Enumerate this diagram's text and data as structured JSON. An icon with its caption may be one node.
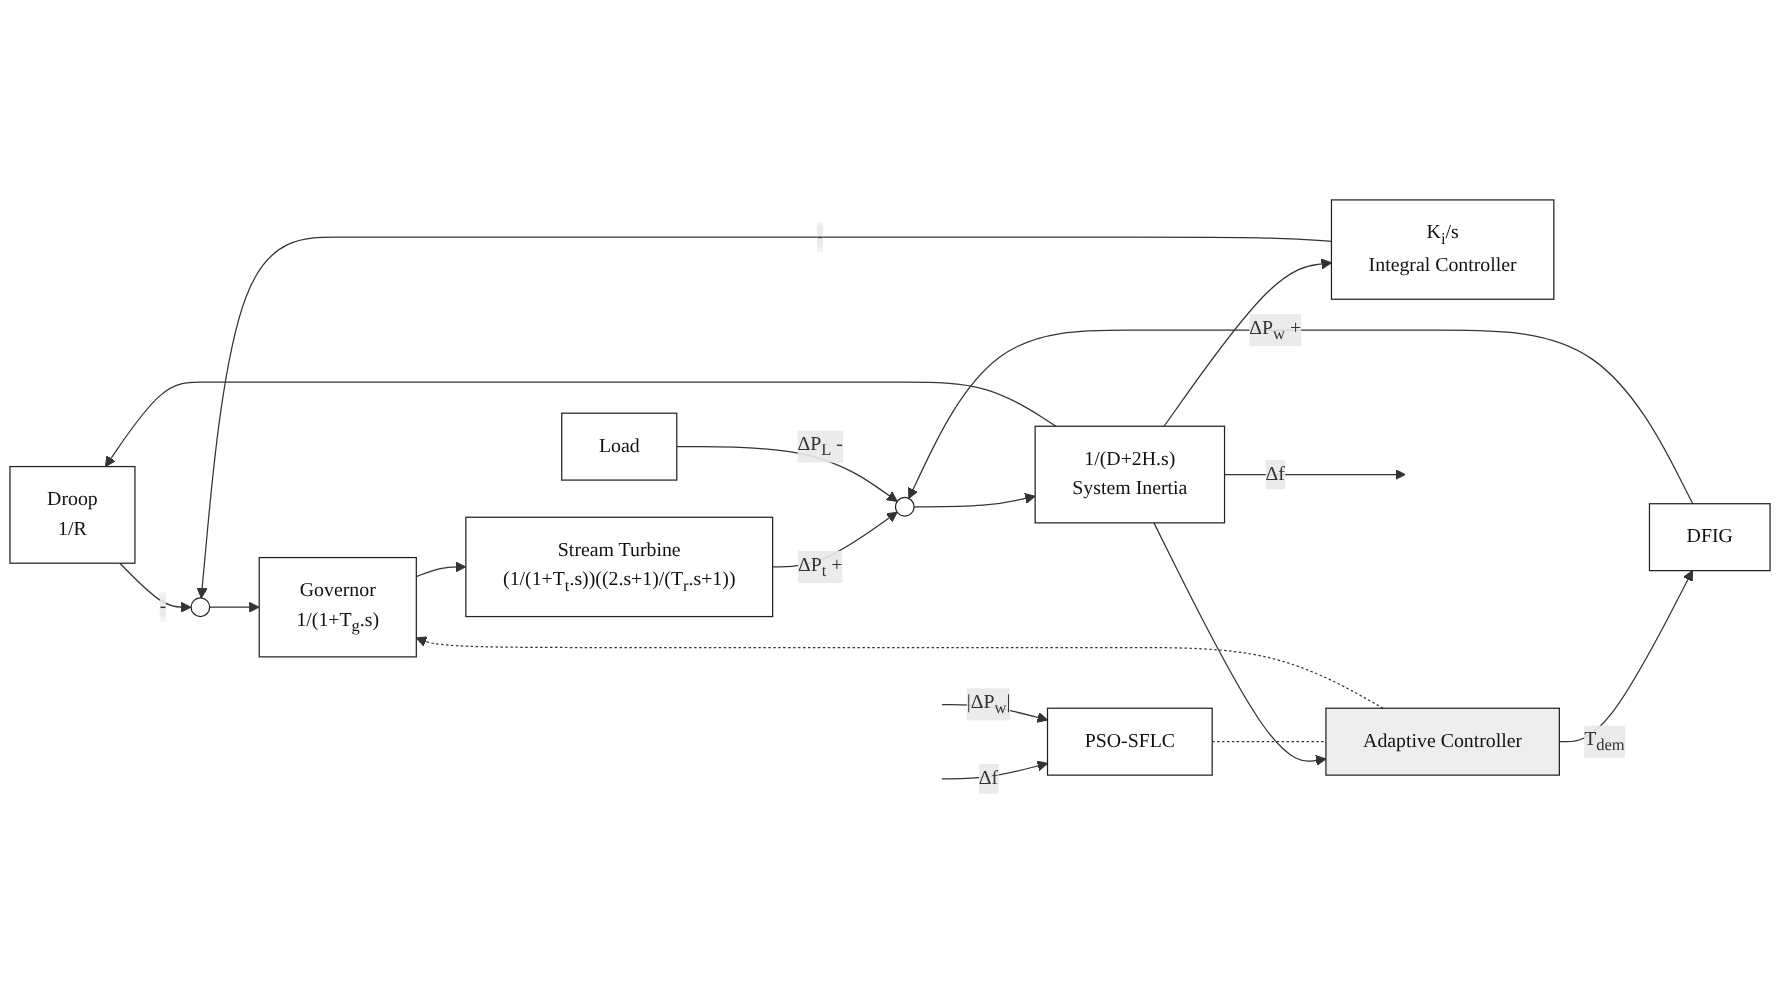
{
  "diagram": {
    "nodes": [
      {
        "text": [
          "Droop",
          "1/R"
        ]
      },
      {
        "text": [
          "K$_{i}$/s",
          "Integral Controller"
        ]
      },
      {
        "text": [],
        "shape": "circle"
      },
      {
        "text": [
          "Governor",
          "1/(1+T$_{g}$.s)"
        ]
      },
      {
        "text": [
          "Stream Turbine",
          "(1/(1+T$_{t}$.s))((2.s+1)/(T$_{r}$.s+1))"
        ]
      },
      {
        "text": [
          "Load"
        ]
      },
      {
        "text": [],
        "shape": "circle"
      },
      {
        "text": [
          "1/(D+2H.s)",
          "System Inertia"
        ]
      },
      {
        "text": [
          "Adaptive Controller"
        ]
      },
      {
        "text": [
          "DFIG"
        ]
      },
      {
        "text": [
          "PSO-SFLC"
        ]
      }
    ],
    "edges": [
      {
        "from": 7,
        "to": 0,
        "arrow": "to"
      },
      {
        "from": 7,
        "to": 1,
        "arrow": "to"
      },
      {
        "from": 7,
        "to": 8,
        "arrow": "to"
      },
      {
        "from": 1,
        "to": 2,
        "label": "-",
        "arrow": "to"
      },
      {
        "from": 0,
        "to": 2,
        "label": "-",
        "arrow": "to"
      },
      {
        "from": 2,
        "to": 3,
        "arrow": "to"
      },
      {
        "from": 3,
        "to": 4,
        "arrow": "to"
      },
      {
        "from": 4,
        "to": 6,
        "label": "ΔP$_{t}$ +",
        "arrow": "to"
      },
      {
        "from": 5,
        "to": 6,
        "label": "ΔP$_{L}$ -",
        "arrow": "to"
      },
      {
        "from": 9,
        "to": 6,
        "label": "ΔP$_{w}$ +",
        "arrow": "to"
      },
      {
        "from": 6,
        "to": 7,
        "arrow": "to"
      },
      {
        "from": 7,
        "to": null,
        "label": "Δf",
        "arrow": "to"
      },
      {
        "from": 8,
        "to": 9,
        "label": "T$_{dem}$",
        "arrow": "to"
      },
      {
        "from": 8,
        "to": 3,
        "arrow": "to",
        "style": "dashed"
      },
      {
        "from": 10,
        "to": 8,
        "arrow": "none",
        "style": "dashed"
      },
      {
        "from": null,
        "to": 10,
        "label": "Δf",
        "arrow": "to"
      },
      {
        "from": null,
        "to": 10,
        "label": "|ΔP$_{w}$|",
        "arrow": "to"
      }
    ]
  }
}
